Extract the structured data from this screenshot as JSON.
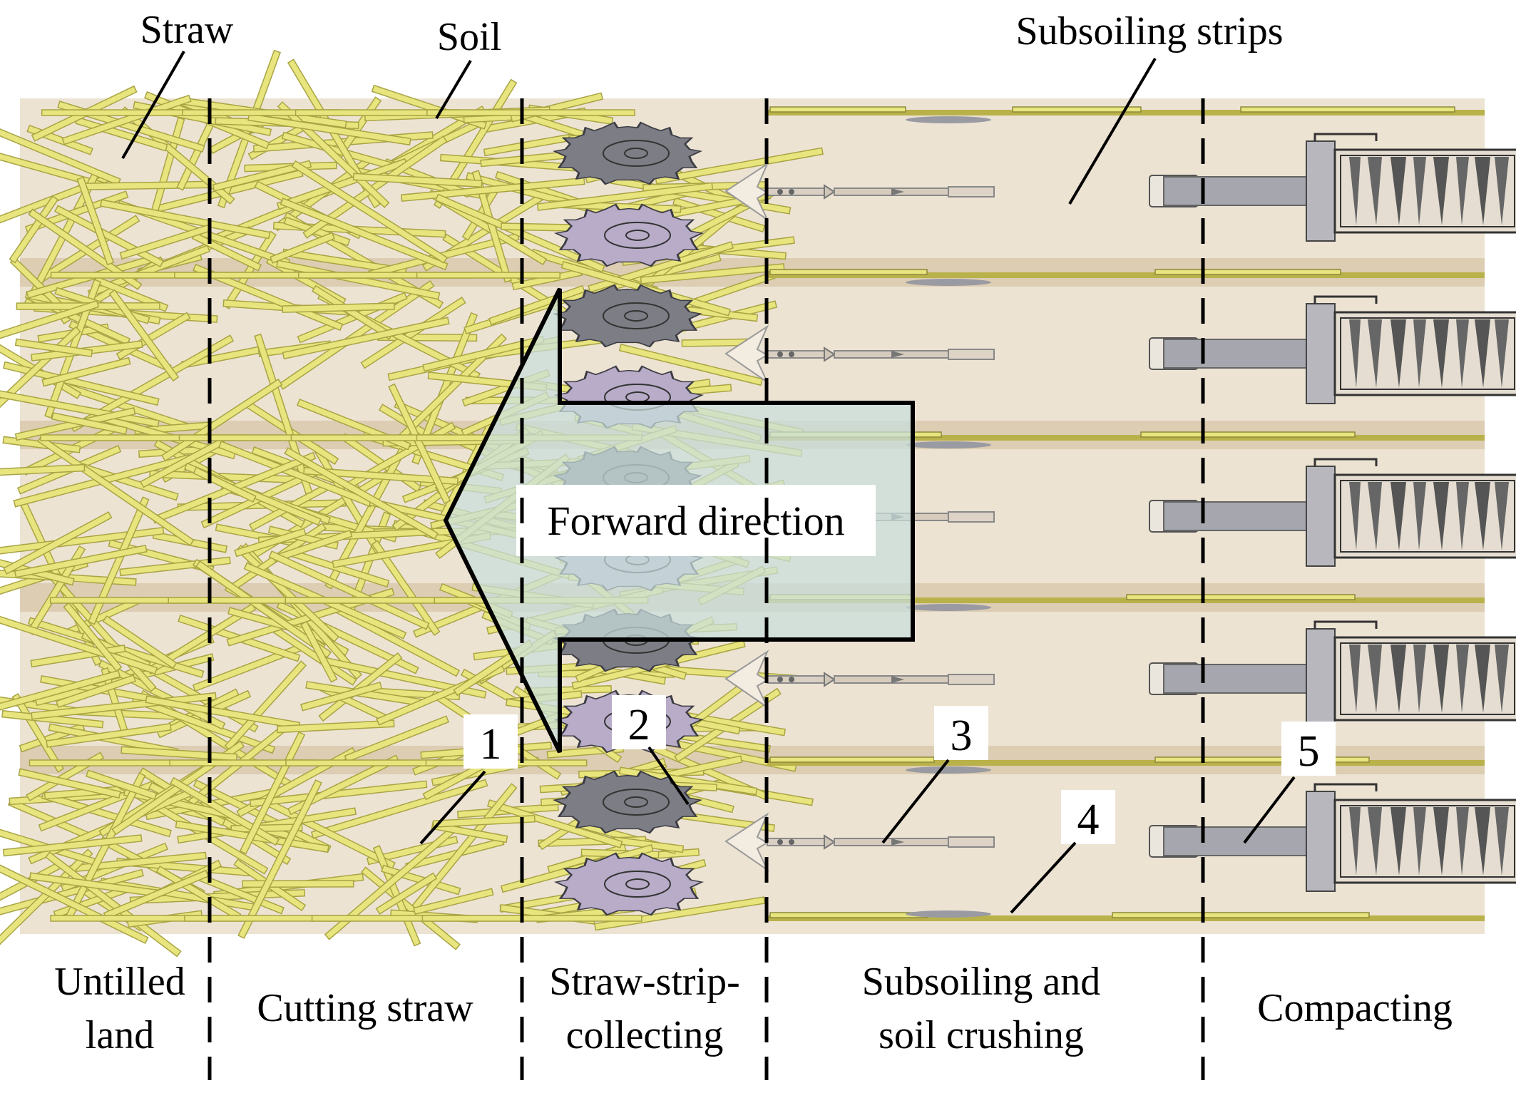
{
  "labels": {
    "straw": "Straw",
    "soil": "Soil",
    "subsoiling_strips": "Subsoiling strips",
    "forward_direction": "Forward direction"
  },
  "zones": {
    "untilled_1": "Untilled",
    "untilled_2": "land",
    "cutting": "Cutting straw",
    "collecting_1": "Straw-strip-",
    "collecting_2": "collecting",
    "subsoiling_1": "Subsoiling and",
    "subsoiling_2": "soil crushing",
    "compacting": "Compacting"
  },
  "callouts": {
    "n1": "1",
    "n2": "2",
    "n3": "3",
    "n4": "4",
    "n5": "5"
  },
  "colors": {
    "field": "#ede3d3",
    "furrow": "#dccdb3",
    "straw": "#e8e47e",
    "straw_edge": "#a8a443",
    "disc_gray": "#7d7d85",
    "disc_purple": "#b8acc8",
    "tool": "#a6a6ae",
    "arrow_fill": "#c9dfdc"
  }
}
